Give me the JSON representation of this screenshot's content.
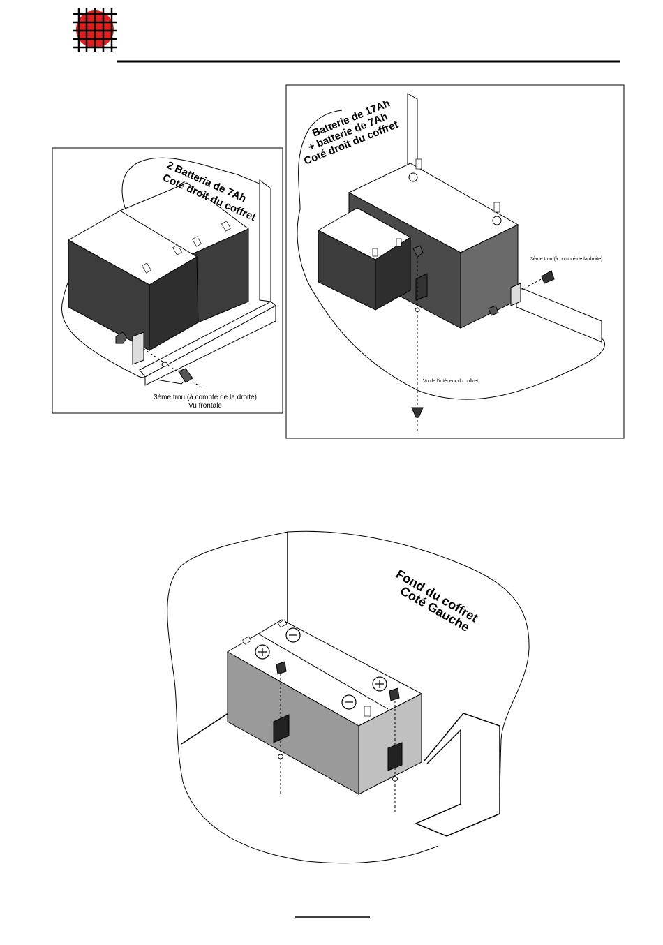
{
  "figure_left": {
    "title_line1": "2 Batteria de 7Ah",
    "title_line2": "Coté droit du coffret",
    "caption_line1": "3ème trou (à compté de la droite)",
    "caption_line2": "Vu frontale"
  },
  "figure_right": {
    "title_line1": "Batterie de 17Ah",
    "title_line2": "+ batterie de 7Ah",
    "title_line3": "Coté droit du coffret",
    "hole_label": "3ème trou (à compté de la droite)",
    "view_label": "Vu de l'intérieur du coffret"
  },
  "figure_bottom": {
    "title_line1": "Fond du coffret",
    "title_line2": "Coté Gauche"
  },
  "colors": {
    "logo_red": "#e41e1e",
    "dark_face": "#3c3c3c",
    "mid_face": "#6a6a6a",
    "light_face": "#9a9a9a"
  }
}
